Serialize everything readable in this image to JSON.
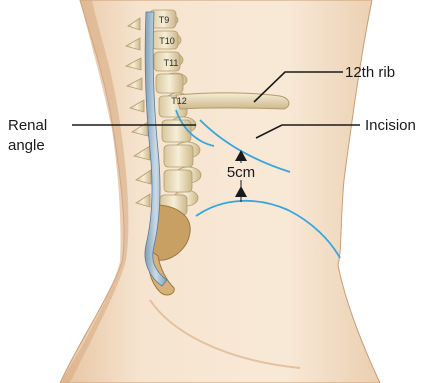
{
  "labels": {
    "rib": "12th rib",
    "incision": "Incision",
    "renal_line1": "Renal",
    "renal_line2": "angle",
    "distance": "5cm"
  },
  "vertebrae": [
    "T9",
    "T10",
    "T11",
    "T12"
  ],
  "colors": {
    "skin_light": "#f6e4cf",
    "skin_mid": "#efcfae",
    "skin_shadow": "#dcb08a",
    "bone": "#f3ead0",
    "bone_shadow": "#c8b489",
    "pelvis": "#c9a063",
    "spinal_cord": "#a7c1d4",
    "incision_line": "#36a6df",
    "leader": "#1a1a1a"
  }
}
